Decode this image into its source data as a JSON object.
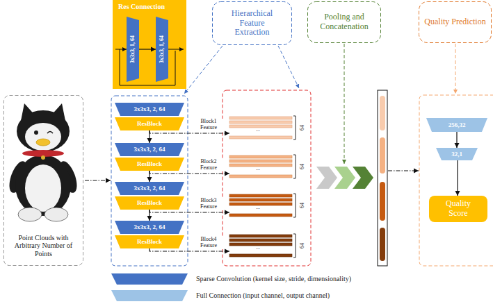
{
  "diagram": {
    "nodes": [
      {
        "text": [
          "Point Clouds with Arbitrary Number of Points"
        ]
      },
      {
        "text": [
          "Res Connection"
        ]
      },
      {
        "text": [
          "3x3x3, 1, 64"
        ],
        "in": 1
      },
      {
        "text": [
          "3x3x3, 1, 64"
        ],
        "in": 1
      },
      {
        "text": [
          "Hierarchical Feature Extraction"
        ]
      },
      {
        "text": [
          "Pooling and Concatenation"
        ]
      },
      {
        "text": [
          "Quality Prediction"
        ]
      },
      {
        "text": [
          "3x3x3, 2, 64"
        ]
      },
      {
        "text": [
          "ResBlock"
        ]
      },
      {
        "text": [
          "3x3x3, 2, 64"
        ]
      },
      {
        "text": [
          "ResBlock"
        ]
      },
      {
        "text": [
          "3x3x3, 2, 64"
        ]
      },
      {
        "text": [
          "ResBlock"
        ]
      },
      {
        "text": [
          "3x3x3, 2, 64"
        ]
      },
      {
        "text": [
          "ResBlock"
        ]
      },
      {
        "text": [
          "...",
          "64"
        ]
      },
      {
        "text": [
          "...",
          "64"
        ]
      },
      {
        "text": [
          "...",
          "64"
        ]
      },
      {
        "text": [
          "...",
          "64"
        ]
      },
      {
        "text": [
          "256,32"
        ]
      },
      {
        "text": [
          "32,1"
        ]
      },
      {
        "text": [
          "Quality Score"
        ]
      }
    ],
    "edges": [
      {
        "from": 2,
        "to": 3,
        "arrow": "to"
      },
      {
        "from": 8,
        "to": 9,
        "arrow": "to"
      },
      {
        "from": 10,
        "to": 11,
        "arrow": "to"
      },
      {
        "from": 12,
        "to": 13,
        "arrow": "to"
      },
      {
        "from": 8,
        "to": 15,
        "label": "Block1 Feature",
        "arrow": "to"
      },
      {
        "from": 10,
        "to": 16,
        "label": "Block2 Feature",
        "arrow": "to"
      },
      {
        "from": 12,
        "to": 17,
        "label": "Block3 Feature",
        "arrow": "to"
      },
      {
        "from": 14,
        "to": 18,
        "label": "Block4 Feature",
        "arrow": "to"
      },
      {
        "from": 19,
        "to": 20,
        "arrow": "to"
      },
      {
        "from": 20,
        "to": 21,
        "arrow": "to"
      }
    ],
    "legend": [
      {
        "text": "Sparse Convolution (kernel size, stride, dimensionality)",
        "color": "#4472c4"
      },
      {
        "text": "Full Connection (input channel, output channel)",
        "color": "#9dc3e6"
      }
    ]
  }
}
